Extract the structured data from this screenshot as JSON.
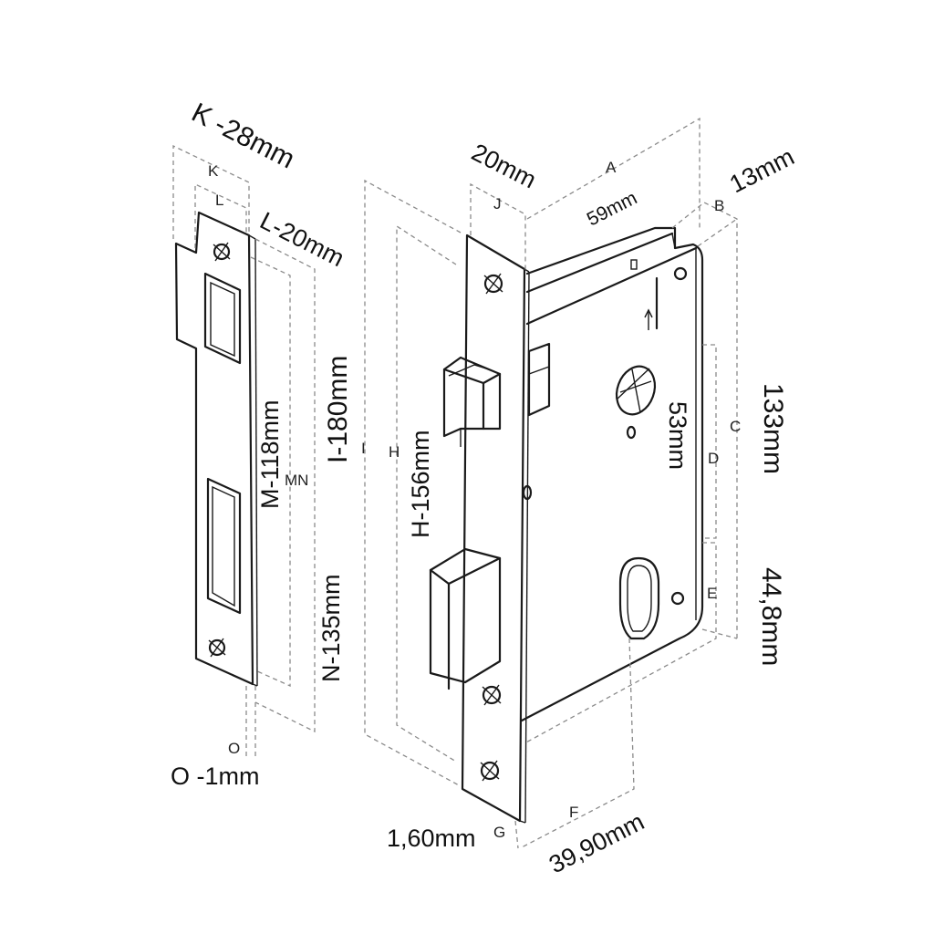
{
  "title": "Mortise lock dimensions",
  "dimensions": {
    "K": "K -28mm",
    "L": "L-20mm",
    "M": "M-118mm",
    "N": "N-135mm",
    "O": "O -1mm",
    "I": "I-180mm",
    "H": "H-156mm",
    "J": "20mm",
    "A": "59mm",
    "B": "13mm",
    "C": "133mm",
    "D": "53mm",
    "E": "44,8mm",
    "F": "39,90mm",
    "G": "1,60mm"
  },
  "letters": {
    "K": "K",
    "L": "L",
    "MN": "MN",
    "O": "O",
    "I": "I",
    "H": "H",
    "J": "J",
    "A": "A",
    "B": "B",
    "C": "C",
    "D": "D",
    "E": "E",
    "F": "F",
    "G": "G"
  }
}
